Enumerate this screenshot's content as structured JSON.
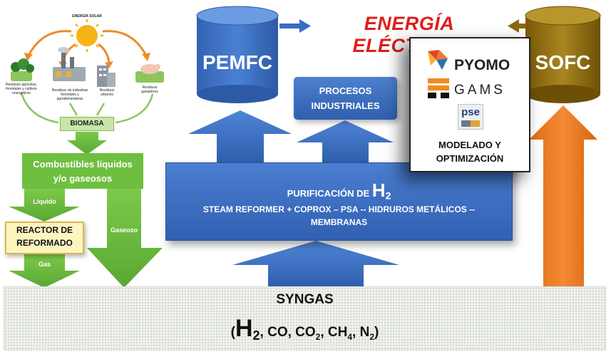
{
  "top": {
    "title": "ENERGÍA ELÉCTRICA"
  },
  "pemfc": {
    "label": "PEMFC"
  },
  "sofc": {
    "label": "SOFC"
  },
  "procesos": {
    "line1": "PROCESOS",
    "line2": "INDUSTRIALES"
  },
  "purificacion": {
    "title_prefix": "PURIFICACIÓN DE",
    "title_h": "H",
    "title_sub": "2",
    "line2": "STEAM REFORMER + COPROX – PSA -- HIDRUROS METÁLICOS --",
    "line3": "MEMBRANAS"
  },
  "modelado": {
    "pyomo": "PYOMO",
    "gams": "GAMS",
    "pse": "pse",
    "line1": "MODELADO Y",
    "line2": "OPTIMIZACIÓN"
  },
  "syngas": {
    "title": "SYNGAS",
    "open": "(",
    "h": "H",
    "h_sub": "2",
    "co": ", CO, CO",
    "co2_sub": "2",
    "ch": ", CH",
    "ch4_sub": "4",
    "n": ", N",
    "n2_sub": "2",
    "close": ")"
  },
  "biomasa": {
    "energia_solar": "ENERGÍA SOLAR",
    "residuos_agricolas": "Residuos agrícolas, forestales y cultivos energéticos",
    "residuos_industrias": "Residuos de industrias forestales y agroalimentarias",
    "residuos_urbanos": "Residuos urbanos",
    "residuos_ganaderos": "Residuos ganaderos",
    "label": "BIOMASA"
  },
  "combustibles": {
    "line1": "Combustibles líquidos",
    "line2": "y/o gaseosos"
  },
  "arrows": {
    "liquido": "Líquido",
    "gaseoso": "Gaseoso",
    "gas": "Gas"
  },
  "reactor": {
    "line1": "REACTOR DE",
    "line2": "REFORMADO"
  },
  "colors": {
    "blue": "#3a6cc1",
    "orange": "#ef7d22",
    "green": "#6ebf3f",
    "olive": "#8a6a10",
    "red": "#e11d1d"
  }
}
